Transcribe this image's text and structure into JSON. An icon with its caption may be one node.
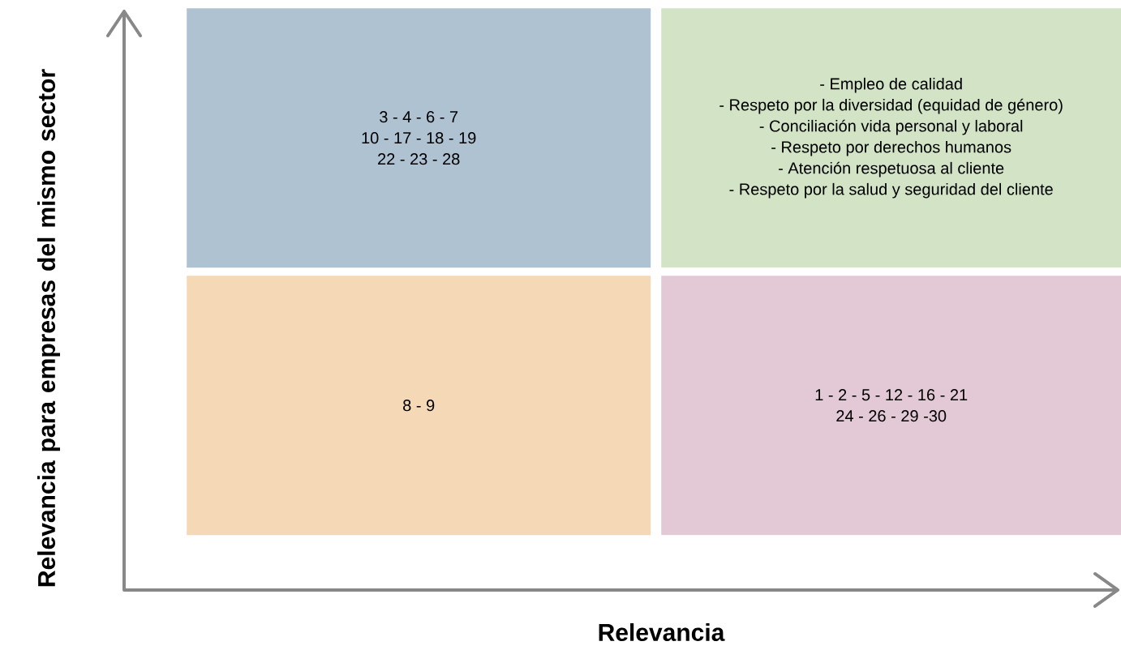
{
  "diagram": {
    "nodes": [
      {
        "text": [
          "3 - 4 - 6 - 7",
          "10 - 17 - 18 - 19",
          "22 - 23 - 28"
        ]
      },
      {
        "text": [
          "- Empleo de calidad",
          "- Respeto por la diversidad (equidad de género)",
          "- Conciliación vida personal y laboral",
          "- Respeto por derechos humanos",
          "- Atención respetuosa al cliente",
          "- Respeto por la salud y seguridad del cliente"
        ]
      },
      {
        "text": [
          "8 - 9"
        ]
      },
      {
        "text": [
          "1 - 2 - 5 - 12 - 16 - 21",
          "24 - 26 - 29 -30"
        ]
      }
    ],
    "edges": [],
    "labels": [
      "Relevancia para empresas del mismo sector",
      "Relevancia"
    ]
  }
}
